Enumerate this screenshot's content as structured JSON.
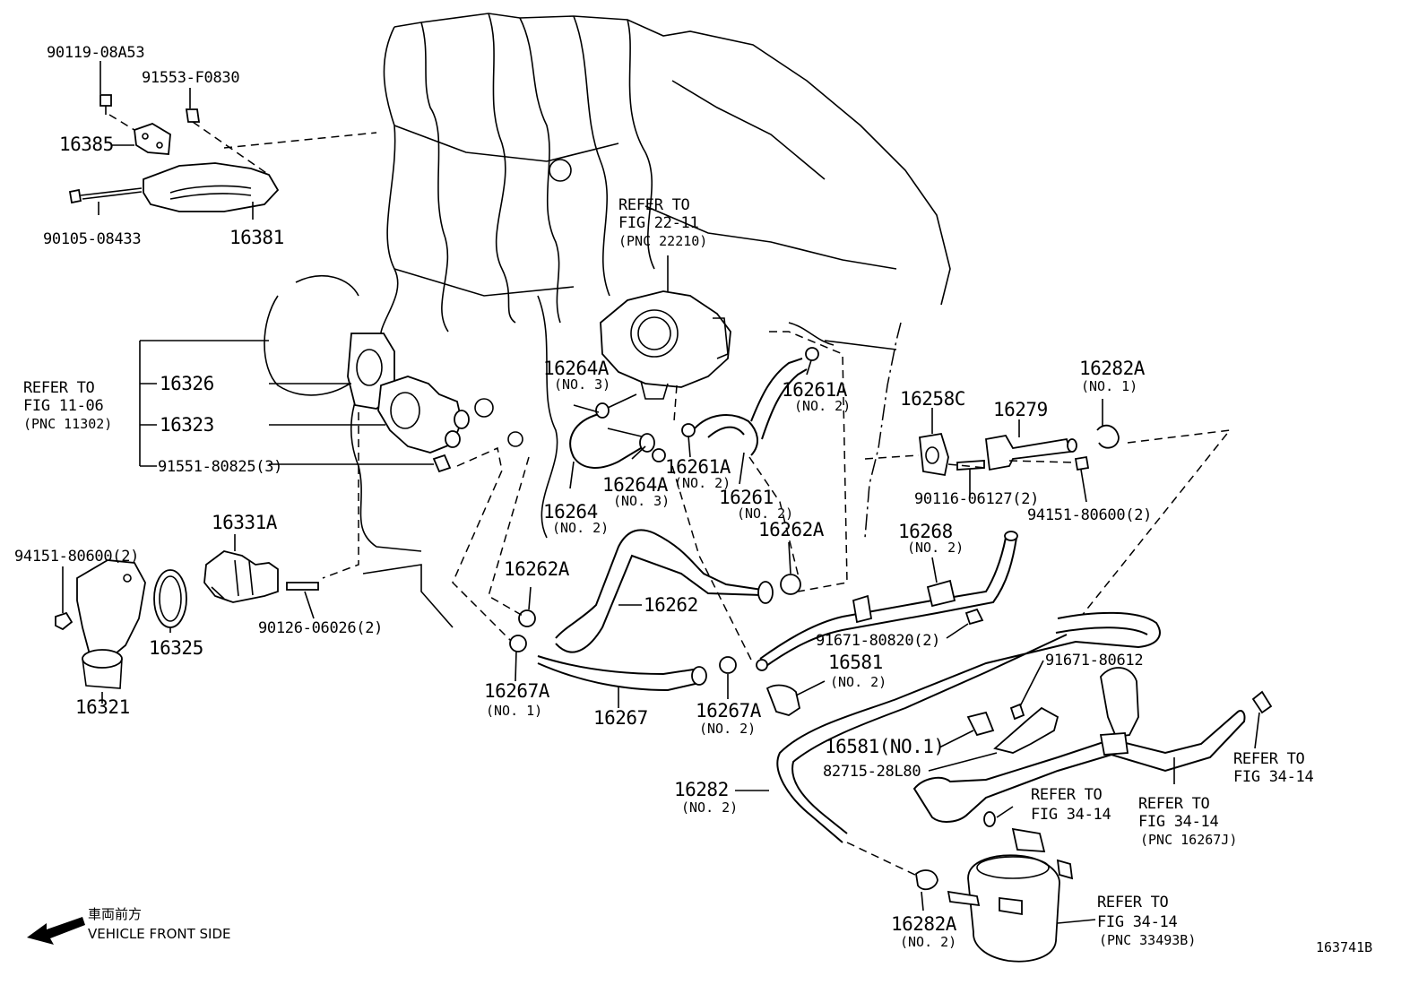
{
  "figure_id": "163741B",
  "front_label_jp": "車両前方",
  "front_label_en": "VEHICLE FRONT SIDE",
  "parts": {
    "p90119": "90119-08A53",
    "p91553": "91553-F0830",
    "p16385": "16385",
    "p90105": "90105-08433",
    "p16381": "16381",
    "p16326": "16326",
    "p16323": "16323",
    "p91551": "91551-80825(3)",
    "p94151a": "94151-80600(2)",
    "p16331A": "16331A",
    "p16325": "16325",
    "p16321": "16321",
    "p90126": "90126-06026(2)",
    "p16264A_1": "16264A",
    "p16264A_1_sub": "(NO. 3)",
    "p16264": "16264",
    "p16264_sub": "(NO. 2)",
    "p16264A_2": "16264A",
    "p16264A_2_sub": "(NO. 3)",
    "p16261A_1": "16261A",
    "p16261A_1_sub": "(NO. 2)",
    "p16261A_2": "16261A",
    "p16261A_2_sub": "(NO. 2)",
    "p16261": "16261",
    "p16261_sub": "(NO. 2)",
    "p16262A_1": "16262A",
    "p16262A_2": "16262A",
    "p16262": "16262",
    "p16267A_1": "16267A",
    "p16267A_1_sub": "(NO. 1)",
    "p16267": "16267",
    "p16267A_2": "16267A",
    "p16267A_2_sub": "(NO. 2)",
    "p16258C": "16258C",
    "p16279": "16279",
    "p16282A_1": "16282A",
    "p16282A_1_sub": "(NO. 1)",
    "p90116": "90116-06127(2)",
    "p94151b": "94151-80600(2)",
    "p16268": "16268",
    "p16268_sub": "(NO. 2)",
    "p91671a": "91671-80820(2)",
    "p16581_2": "16581",
    "p16581_2_sub": "(NO. 2)",
    "p91671b": "91671-80612",
    "p16581_1": "16581(NO.1)",
    "p82715": "82715-28L80",
    "p16282": "16282",
    "p16282_sub": "(NO. 2)",
    "p16282A_2": "16282A",
    "p16282A_2_sub": "(NO. 2)"
  },
  "refs": {
    "fig2211_a": "REFER TO",
    "fig2211_b": "FIG 22-11",
    "fig2211_c": "(PNC 22210)",
    "fig1106_a": "REFER TO",
    "fig1106_b": "FIG 11-06",
    "fig1106_c": "(PNC 11302)",
    "fig3414_1a": "REFER TO",
    "fig3414_1b": "FIG 34-14",
    "fig3414_2a": "REFER TO",
    "fig3414_2b": "FIG 34-14",
    "fig3414_3a": "REFER TO",
    "fig3414_3b": "FIG 34-14",
    "fig3414_3c": "(PNC 16267J)",
    "fig3414_4a": "REFER TO",
    "fig3414_4b": "FIG 34-14",
    "fig3414_4c": "(PNC 33493B)"
  }
}
